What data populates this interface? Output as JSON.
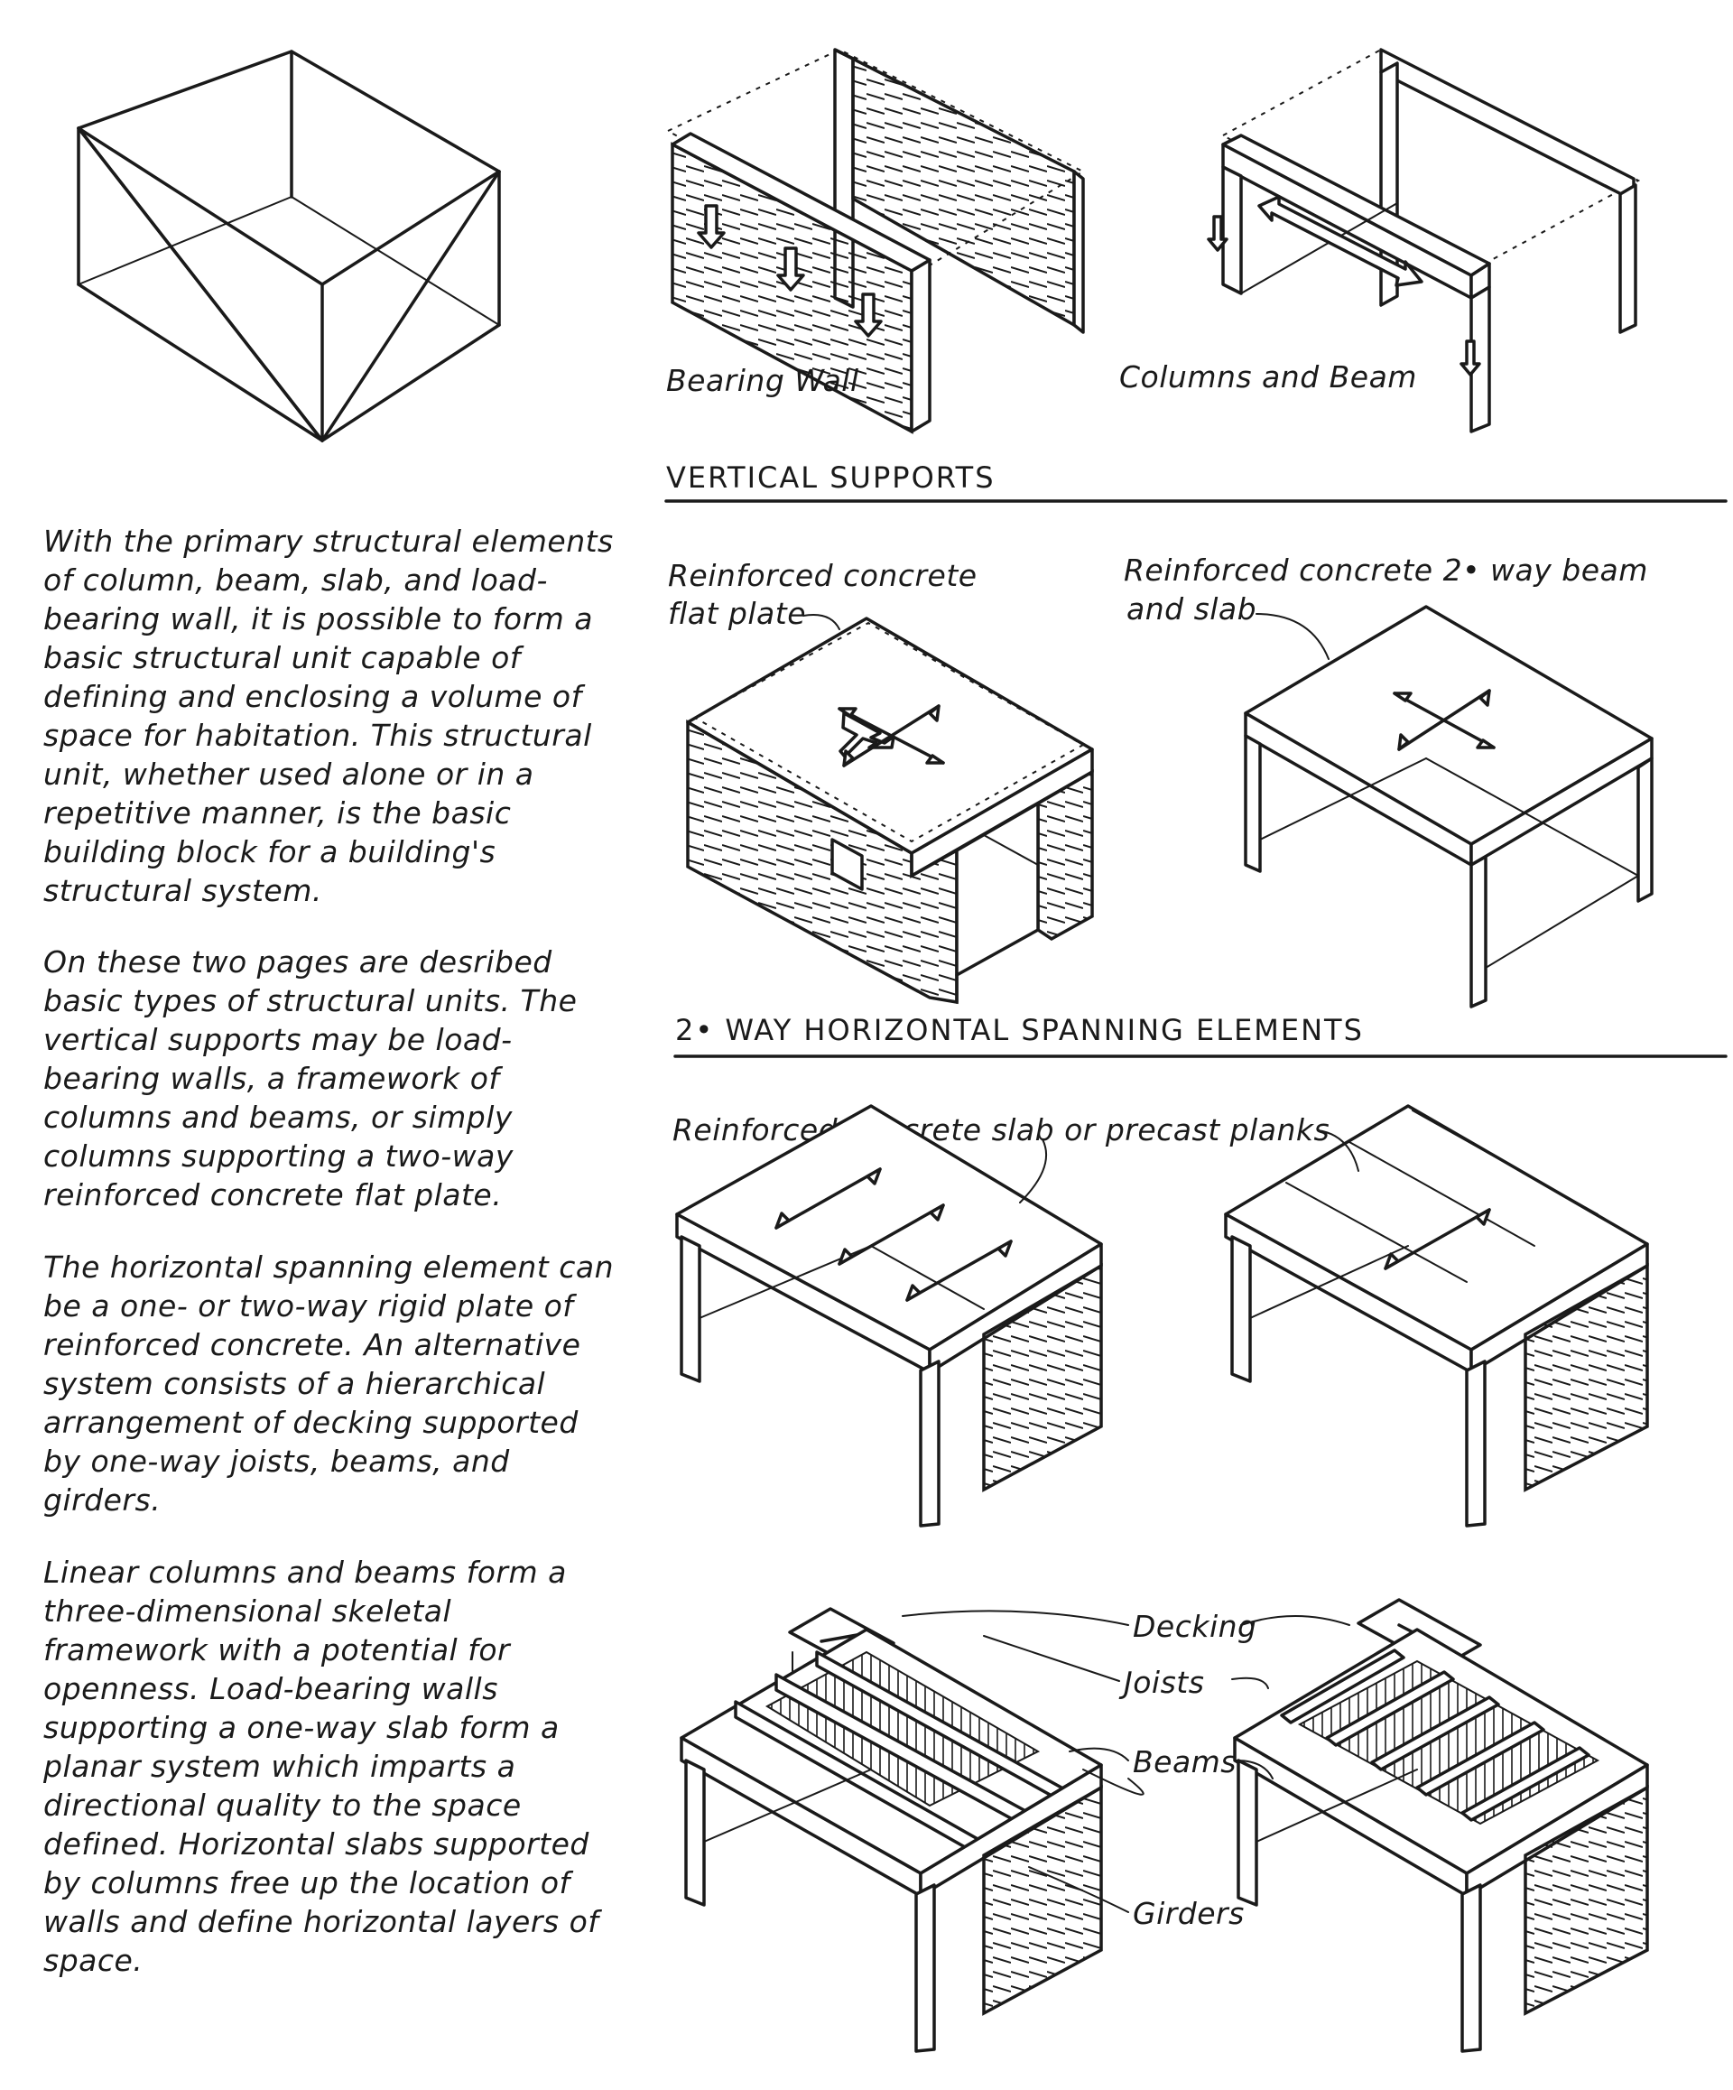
{
  "paragraphs": [
    "With the primary structural elements of column, beam, slab, and load-bearing wall, it is possible to form a basic structural unit capable of defining and enclosing a volume of space for habitation. This structural unit, whether used alone or in a repetitive manner, is the basic building block for a building's structural system.",
    "On these two pages are desribed basic types of structural units. The vertical supports may be load-bearing walls, a framework of columns and beams, or simply columns supporting a two-way reinforced concrete flat plate.",
    "The horizontal spanning element can be a one- or two-way rigid plate of reinforced concrete. An alternative system consists of a hierarchical arrangement of decking supported by one-way joists, beams, and girders.",
    "Linear columns and beams form a three-dimensional skeletal framework with a potential for openness. Load-bearing walls supporting a one-way slab form a planar system which imparts a directional quality to the space defined. Horizontal slabs supported by columns free up the location of walls and define horizontal layers of space."
  ],
  "headings": {
    "vertical_supports": "VERTICAL SUPPORTS",
    "two_way": "2• WAY HORIZONTAL SPANNING ELEMENTS"
  },
  "labels": {
    "bearing_wall": "Bearing Wall",
    "columns_and_beam": "Columns and Beam",
    "flat_plate_1": "Reinforced concrete",
    "flat_plate_2": "flat plate",
    "beam_slab_1": "Reinforced concrete 2• way beam",
    "beam_slab_2": "and slab",
    "slab_planks": "Reinforced concrete slab or precast planks",
    "decking": "Decking",
    "joists": "Joists",
    "beams": "Beams",
    "girders": "Girders"
  }
}
